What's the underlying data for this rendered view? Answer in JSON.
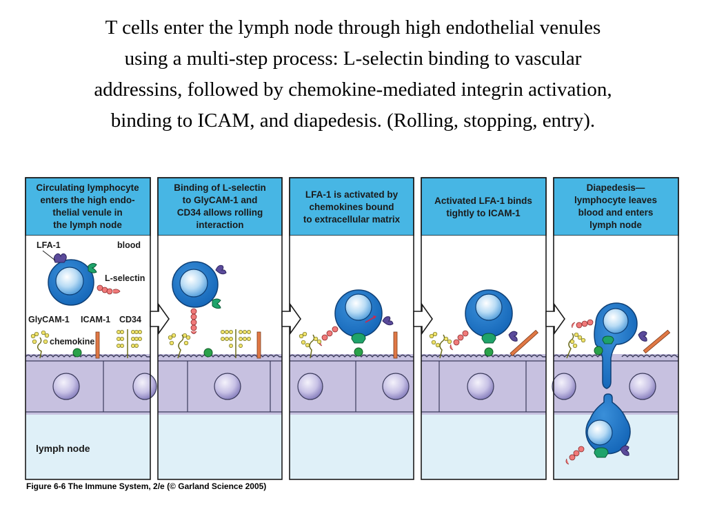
{
  "title": {
    "lines": [
      "T cells enter the lymph node through high endothelial venules",
      "using a multi-step process: L-selectin binding to vascular",
      "addressins, followed by chemokine-mediated integrin activation,",
      "binding to ICAM, and diapedesis.  (Rolling, stopping, entry)."
    ]
  },
  "panels": [
    {
      "header": [
        "Circulating lymphocyte",
        "enters the high endo-",
        "thelial venule in",
        "the lymph node"
      ]
    },
    {
      "header": [
        "Binding of L-selectin",
        "to GlyCAM-1 and",
        "CD34 allows rolling",
        "interaction"
      ]
    },
    {
      "header": [
        "LFA-1 is activated by",
        "chemokines bound",
        "to extracellular matrix"
      ]
    },
    {
      "header": [
        "Activated LFA-1 binds",
        "tightly to ICAM-1"
      ]
    },
    {
      "header": [
        "Diapedesis—",
        "lymphocyte leaves",
        "blood and enters",
        "lymph node"
      ]
    }
  ],
  "labels": {
    "lfa1": "LFA-1",
    "blood": "blood",
    "lselectin": "L-selectin",
    "glycam1": "GlyCAM-1",
    "icam1": "ICAM-1",
    "cd34": "CD34",
    "chemokine": "chemokine",
    "lymph_node": "lymph node"
  },
  "caption": "Figure 6-6  The Immune System, 2/e (© Garland Science 2005)",
  "colors": {
    "header_bg": "#47b6e4",
    "blood_bg": "#ffffff",
    "lymph_bg": "#dff0f8",
    "endothelium": "#c7c1e0",
    "cell_blue": "#1d72c4",
    "lfa1_purple": "#5a4a9a",
    "lselectin_green": "#1fa36a",
    "glycam_yellow": "#f0e26a",
    "chemokine_green": "#2aa14a",
    "icam_orange": "#e07845",
    "lselectin_pink": "#f07a7a"
  }
}
